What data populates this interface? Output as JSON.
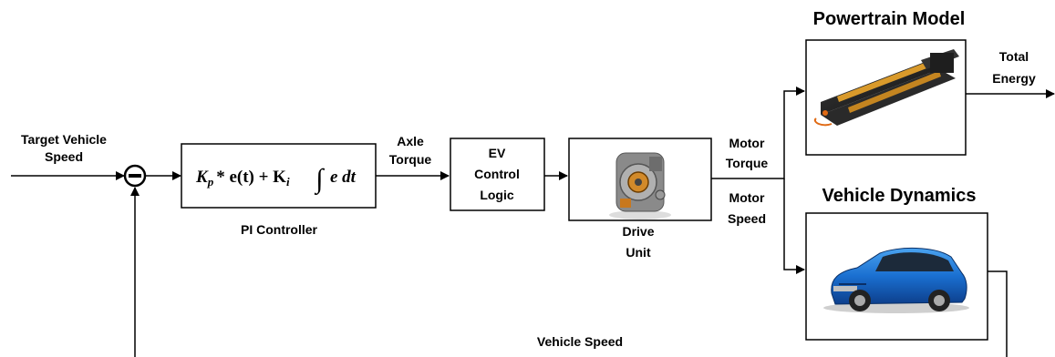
{
  "diagram": {
    "input_label_line1": "Target Vehicle",
    "input_label_line2": "Speed",
    "sum_sign": "−",
    "pi_equation": {
      "kp": "K",
      "kp_sub": "p",
      "mid": "* e(t) + K",
      "ki_sub": "i",
      "integral": "∫",
      "tail": "e dt"
    },
    "pi_label": "PI Controller",
    "axle_torque_line1": "Axle",
    "axle_torque_line2": "Torque",
    "ev_logic_line1": "EV",
    "ev_logic_line2": "Control",
    "ev_logic_line3": "Logic",
    "drive_unit_line1": "Drive",
    "drive_unit_line2": "Unit",
    "motor_torque_line1": "Motor",
    "motor_torque_line2": "Torque",
    "motor_speed_line1": "Motor",
    "motor_speed_line2": "Speed",
    "powertrain_title": "Powertrain Model",
    "total_energy_line1": "Total",
    "total_energy_line2": "Energy",
    "vehicle_dynamics_title": "Vehicle Dynamics",
    "feedback_label": "Vehicle Speed"
  }
}
